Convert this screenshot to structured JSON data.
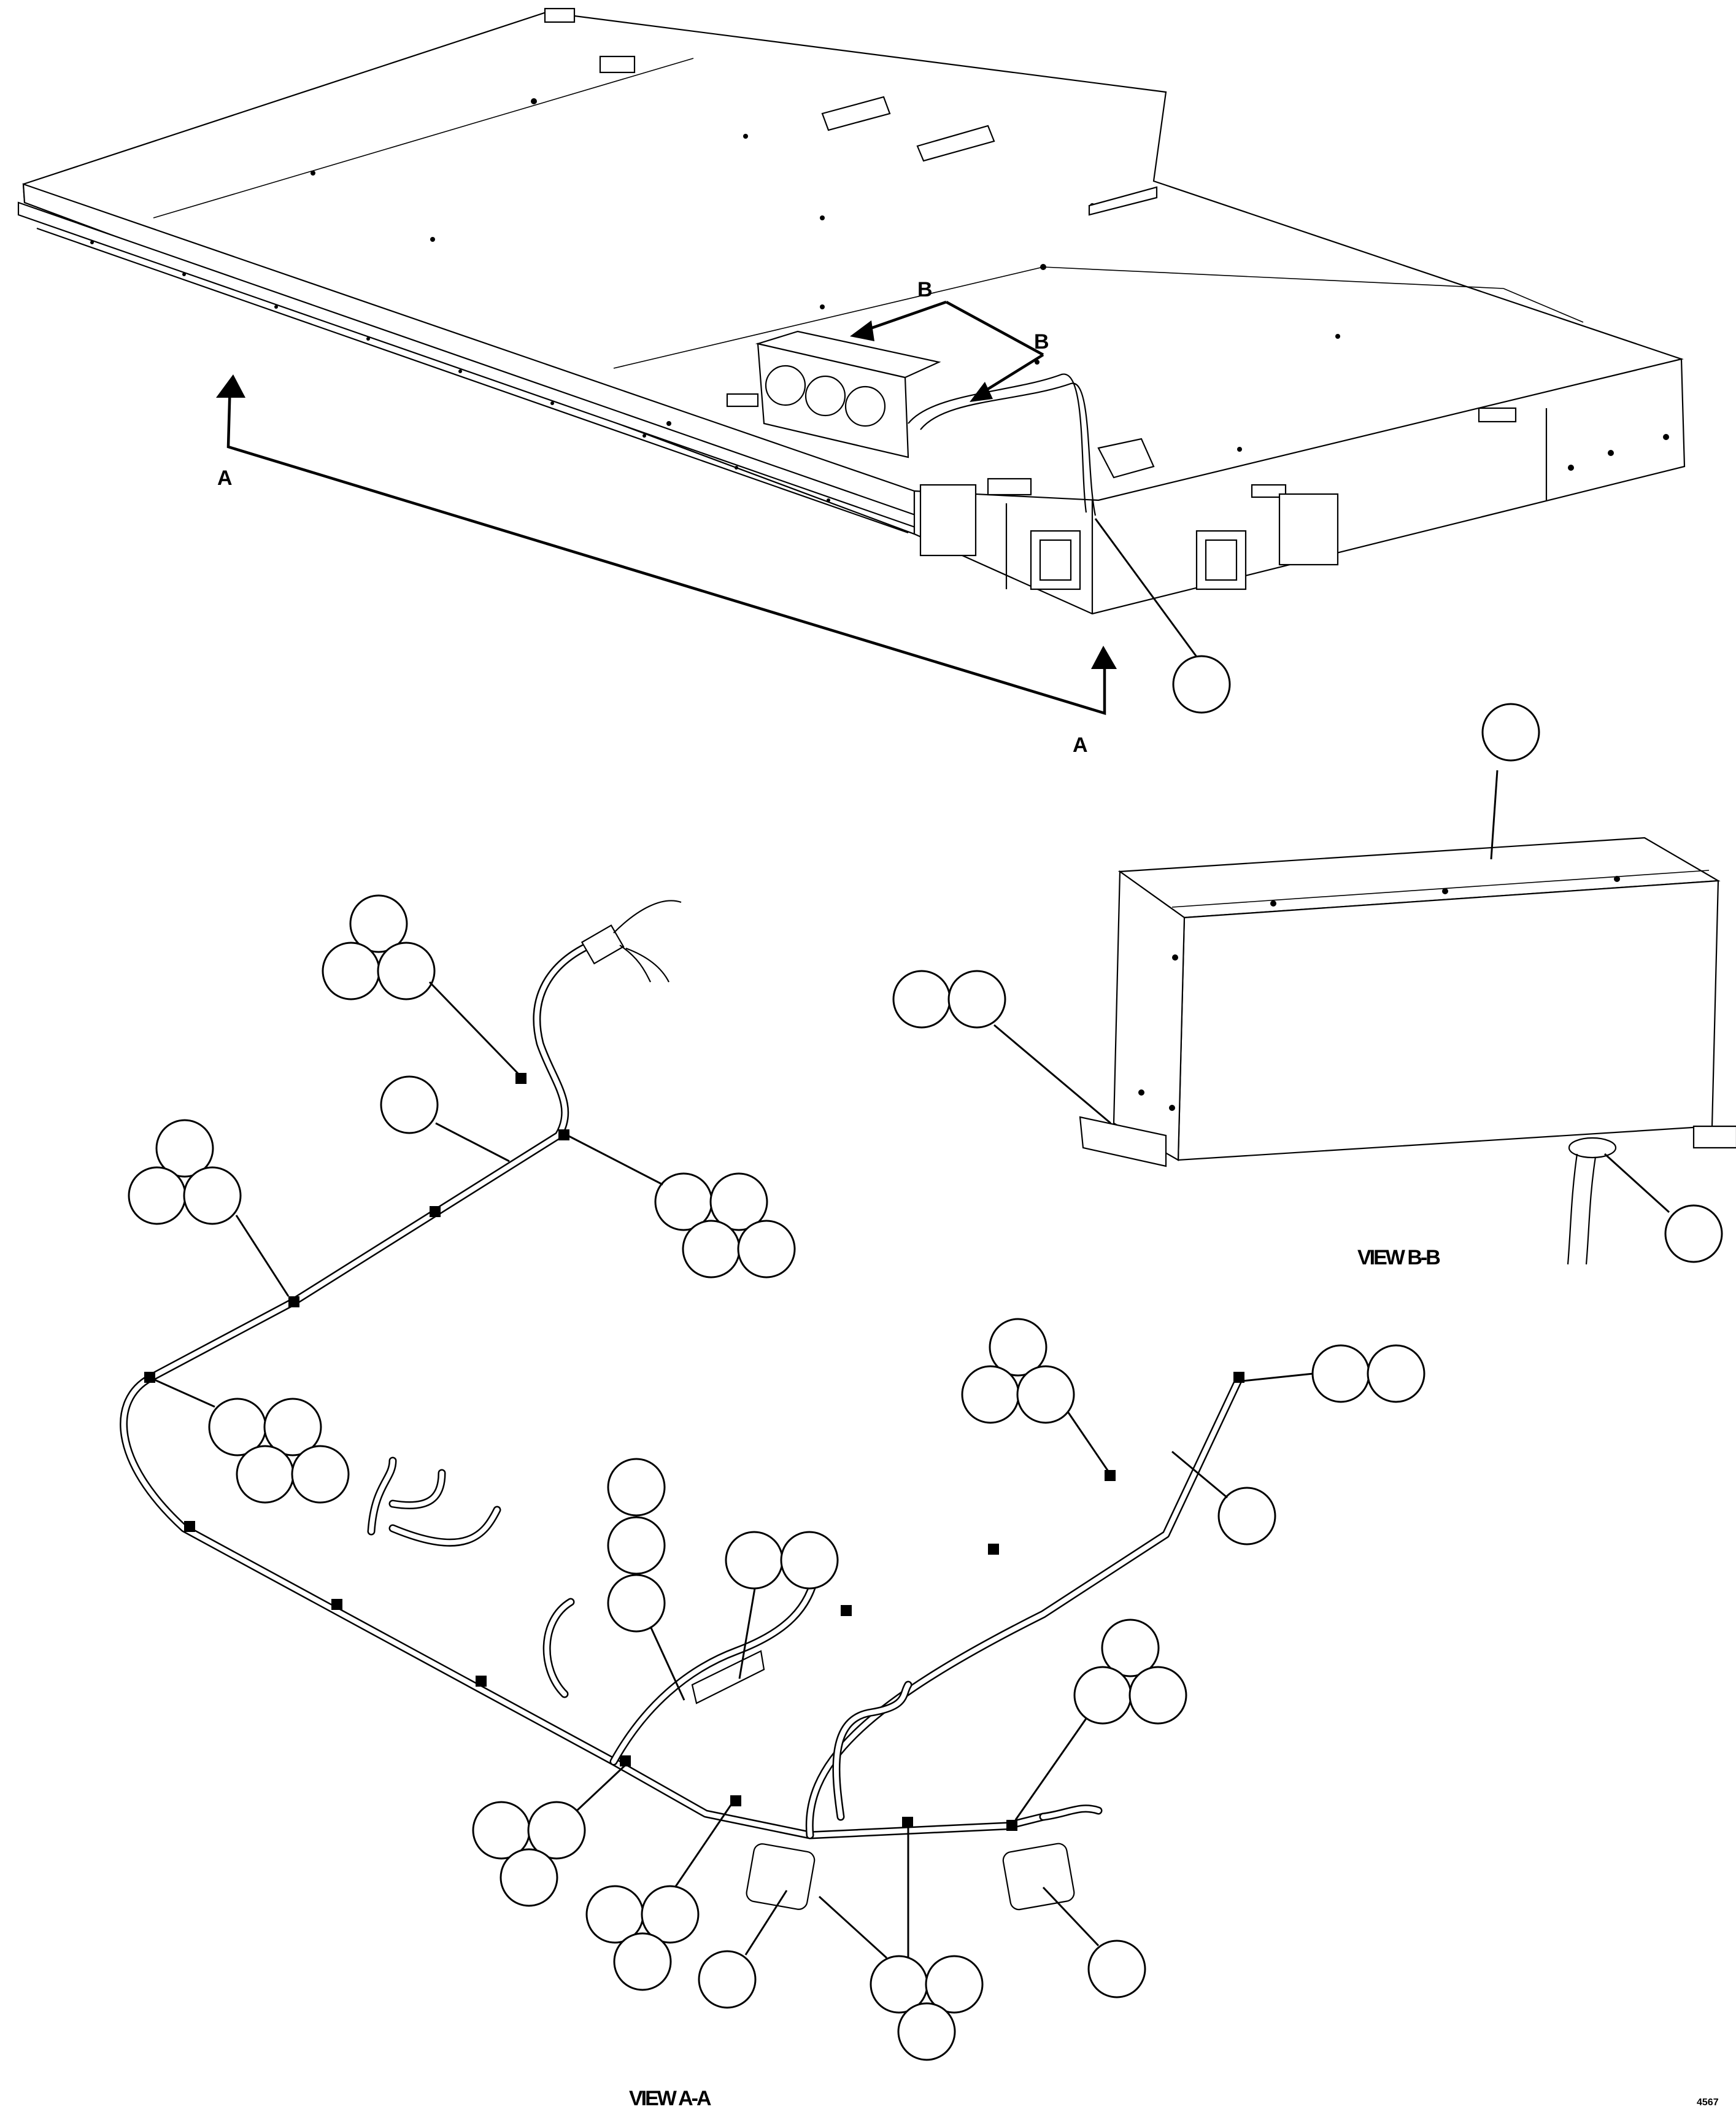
{
  "views": {
    "view_a_label": "VIEW A-A",
    "view_b_label": "VIEW B-B"
  },
  "section_markers": {
    "a_left": "A",
    "a_right": "A",
    "b_upper": "B",
    "b_lower": "B"
  },
  "drawing_code": "4567",
  "callout_balloons": {
    "item_numbers_visible": false
  }
}
